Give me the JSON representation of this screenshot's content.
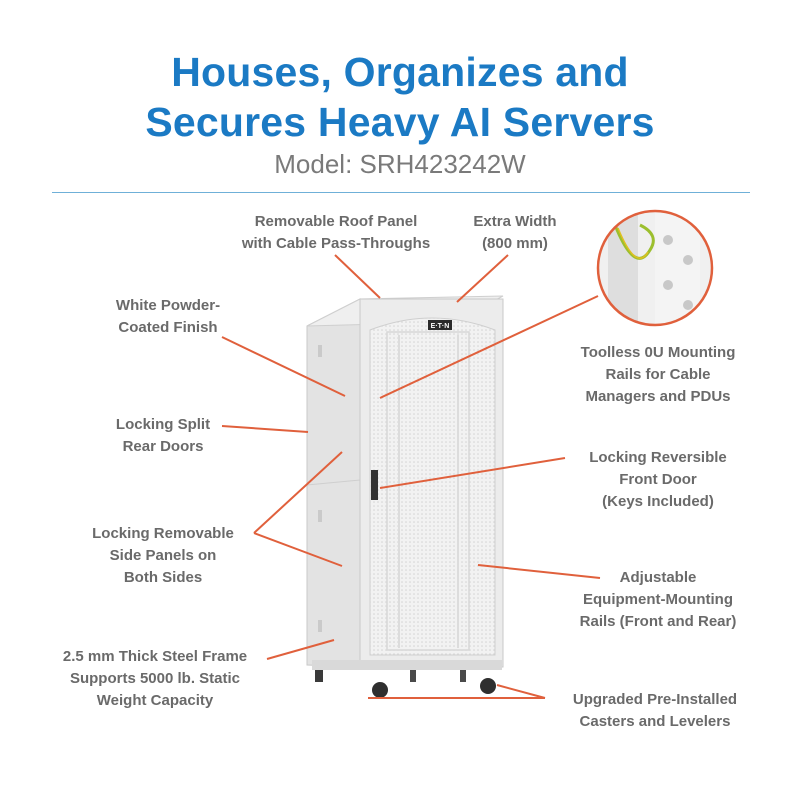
{
  "title": {
    "line1": "Houses, Organizes and",
    "line2": "Secures Heavy AI Servers"
  },
  "model": "Model: SRH423242W",
  "brand_badge": "E·T·N",
  "colors": {
    "title": "#1b7ac4",
    "callout_line": "#e0603c",
    "label_text": "#6a6a6a",
    "divider": "#6fb0d8"
  },
  "callouts": {
    "roof_panel": {
      "line1": "Removable Roof Panel",
      "line2": "with Cable Pass-Throughs"
    },
    "extra_width": {
      "line1": "Extra Width",
      "line2": "(800 mm)"
    },
    "finish": {
      "line1": "White Powder-",
      "line2": "Coated Finish"
    },
    "zero_u_rails": {
      "line1": "Toolless 0U Mounting",
      "line2": "Rails for Cable",
      "line3": "Managers and PDUs"
    },
    "rear_doors": {
      "line1": "Locking Split",
      "line2": "Rear Doors"
    },
    "front_door": {
      "line1": "Locking Reversible",
      "line2": "Front Door",
      "line3": "(Keys Included)"
    },
    "side_panels": {
      "line1": "Locking Removable",
      "line2": "Side Panels on",
      "line3": "Both Sides"
    },
    "mounting_rails": {
      "line1": "Adjustable",
      "line2": "Equipment-Mounting",
      "line3": "Rails (Front and Rear)"
    },
    "steel_frame": {
      "line1": "2.5 mm Thick Steel Frame",
      "line2": "Supports 5000 lb. Static",
      "line3": "Weight Capacity"
    },
    "casters": {
      "line1": "Upgraded Pre-Installed",
      "line2": "Casters and Levelers"
    }
  }
}
